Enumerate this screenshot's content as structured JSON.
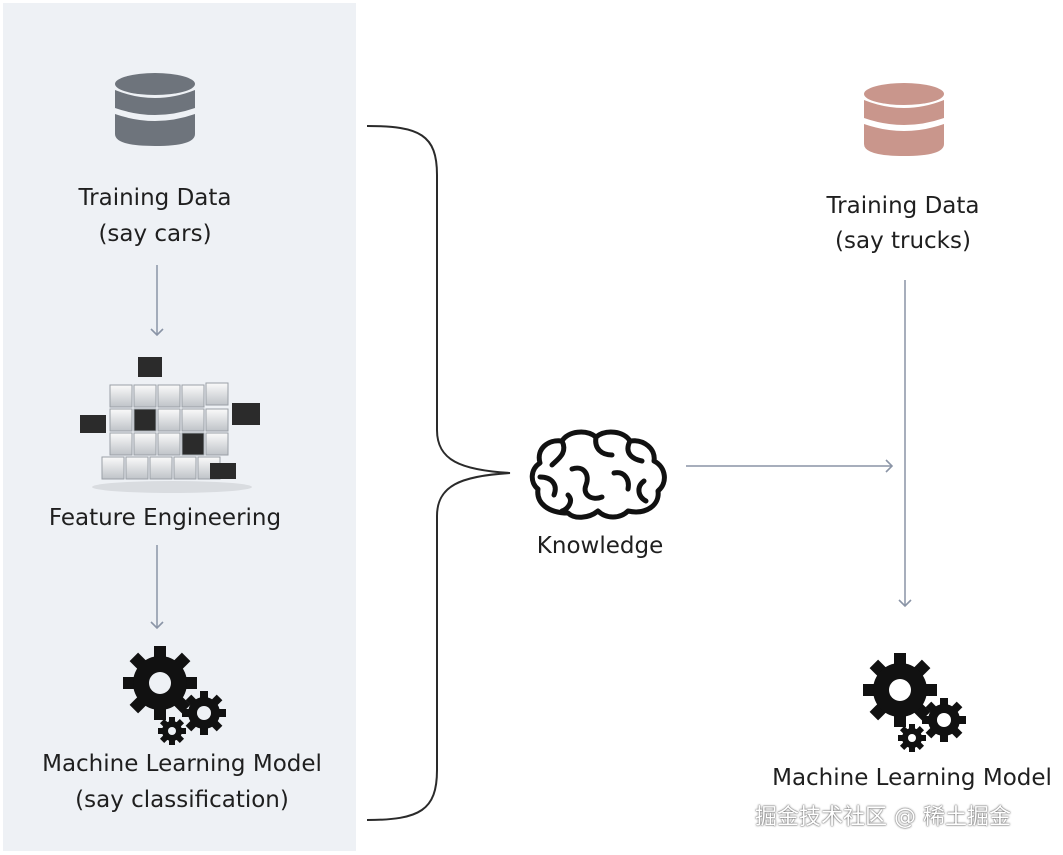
{
  "colors": {
    "panel_bg": "#eef1f5",
    "db_source": "#6e747c",
    "db_target": "#c9968c",
    "gear": "#111111",
    "arrow": "#8a94a6",
    "bracket": "#2a2a2a"
  },
  "source": {
    "data_icon": "database-icon",
    "data_title": "Training Data",
    "data_subtitle": "(say cars)",
    "feature_icon": "cube-blocks-icon",
    "feature_label": "Feature Engineering",
    "model_icon": "gears-icon",
    "model_title": "Machine Learning Model",
    "model_subtitle": "(say classification)"
  },
  "knowledge": {
    "icon": "brain-icon",
    "label": "Knowledge"
  },
  "target": {
    "data_icon": "database-icon",
    "data_title": "Training Data",
    "data_subtitle": "(say trucks)",
    "model_icon": "gears-icon",
    "model_title": "Machine Learning Model"
  },
  "watermark": "掘金技术社区 @ 稀土掘金"
}
